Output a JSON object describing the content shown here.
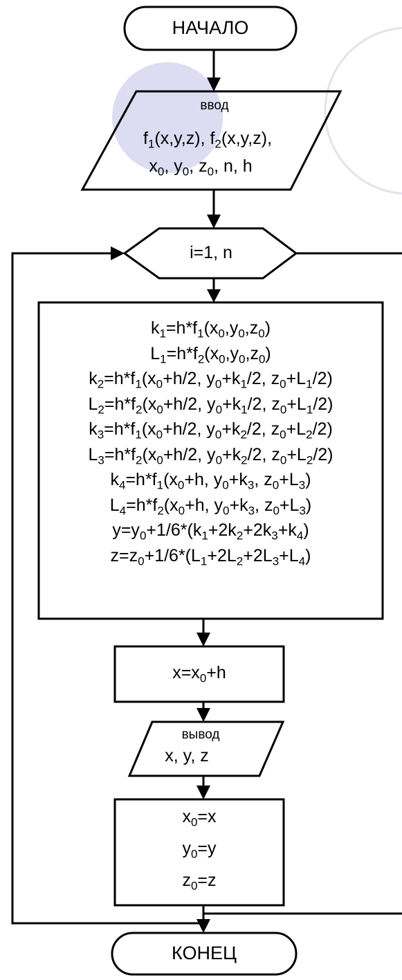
{
  "start": {
    "label": "НАЧАЛО"
  },
  "input": {
    "title": "ввод",
    "line1": [
      [
        "t",
        "f"
      ],
      [
        "s",
        "1"
      ],
      [
        "t",
        "(x,y,z), f"
      ],
      [
        "s",
        "2"
      ],
      [
        "t",
        "(x,y,z),"
      ]
    ],
    "line2": [
      [
        "t",
        "x"
      ],
      [
        "s",
        "0"
      ],
      [
        "t",
        ", y"
      ],
      [
        "s",
        "0"
      ],
      [
        "t",
        ", z"
      ],
      [
        "s",
        "0"
      ],
      [
        "t",
        ", n, h"
      ]
    ]
  },
  "loop": {
    "label": "i=1, n"
  },
  "compute": {
    "lines": [
      [
        [
          "t",
          "k"
        ],
        [
          "s",
          "1"
        ],
        [
          "t",
          "=h*f"
        ],
        [
          "s",
          "1"
        ],
        [
          "t",
          "(x"
        ],
        [
          "s",
          "0"
        ],
        [
          "t",
          ",y"
        ],
        [
          "s",
          "0"
        ],
        [
          "t",
          ",z"
        ],
        [
          "s",
          "0"
        ],
        [
          "t",
          ")"
        ]
      ],
      [
        [
          "t",
          "L"
        ],
        [
          "s",
          "1"
        ],
        [
          "t",
          "=h*f"
        ],
        [
          "s",
          "2"
        ],
        [
          "t",
          "(x"
        ],
        [
          "s",
          "0"
        ],
        [
          "t",
          ",y"
        ],
        [
          "s",
          "0"
        ],
        [
          "t",
          ",z"
        ],
        [
          "s",
          "0"
        ],
        [
          "t",
          ")"
        ]
      ],
      [
        [
          "t",
          "k"
        ],
        [
          "s",
          "2"
        ],
        [
          "t",
          "=h*f"
        ],
        [
          "s",
          "1"
        ],
        [
          "t",
          "(x"
        ],
        [
          "s",
          "0"
        ],
        [
          "t",
          "+h/2, y"
        ],
        [
          "s",
          "0"
        ],
        [
          "t",
          "+k"
        ],
        [
          "s",
          "1"
        ],
        [
          "t",
          "/2, z"
        ],
        [
          "s",
          "0"
        ],
        [
          "t",
          "+L"
        ],
        [
          "s",
          "1"
        ],
        [
          "t",
          "/2)"
        ]
      ],
      [
        [
          "t",
          "L"
        ],
        [
          "s",
          "2"
        ],
        [
          "t",
          "=h*f"
        ],
        [
          "s",
          "2"
        ],
        [
          "t",
          "(x"
        ],
        [
          "s",
          "0"
        ],
        [
          "t",
          "+h/2, y"
        ],
        [
          "s",
          "0"
        ],
        [
          "t",
          "+k"
        ],
        [
          "s",
          "1"
        ],
        [
          "t",
          "/2, z"
        ],
        [
          "s",
          "0"
        ],
        [
          "t",
          "+L"
        ],
        [
          "s",
          "1"
        ],
        [
          "t",
          "/2)"
        ]
      ],
      [
        [
          "t",
          "k"
        ],
        [
          "s",
          "3"
        ],
        [
          "t",
          "=h*f"
        ],
        [
          "s",
          "1"
        ],
        [
          "t",
          "(x"
        ],
        [
          "s",
          "0"
        ],
        [
          "t",
          "+h/2, y"
        ],
        [
          "s",
          "0"
        ],
        [
          "t",
          "+k"
        ],
        [
          "s",
          "2"
        ],
        [
          "t",
          "/2, z"
        ],
        [
          "s",
          "0"
        ],
        [
          "t",
          "+L"
        ],
        [
          "s",
          "2"
        ],
        [
          "t",
          "/2)"
        ]
      ],
      [
        [
          "t",
          "L"
        ],
        [
          "s",
          "3"
        ],
        [
          "t",
          "=h*f"
        ],
        [
          "s",
          "2"
        ],
        [
          "t",
          "(x"
        ],
        [
          "s",
          "0"
        ],
        [
          "t",
          "+h/2, y"
        ],
        [
          "s",
          "0"
        ],
        [
          "t",
          "+k"
        ],
        [
          "s",
          "2"
        ],
        [
          "t",
          "/2, z"
        ],
        [
          "s",
          "0"
        ],
        [
          "t",
          "+L"
        ],
        [
          "s",
          "2"
        ],
        [
          "t",
          "/2)"
        ]
      ],
      [
        [
          "t",
          "k"
        ],
        [
          "s",
          "4"
        ],
        [
          "t",
          "=h*f"
        ],
        [
          "s",
          "1"
        ],
        [
          "t",
          "(x"
        ],
        [
          "s",
          "0"
        ],
        [
          "t",
          "+h, y"
        ],
        [
          "s",
          "0"
        ],
        [
          "t",
          "+k"
        ],
        [
          "s",
          "3"
        ],
        [
          "t",
          ", z"
        ],
        [
          "s",
          "0"
        ],
        [
          "t",
          "+L"
        ],
        [
          "s",
          "3"
        ],
        [
          "t",
          ")"
        ]
      ],
      [
        [
          "t",
          "L"
        ],
        [
          "s",
          "4"
        ],
        [
          "t",
          "=h*f"
        ],
        [
          "s",
          "2"
        ],
        [
          "t",
          "(x"
        ],
        [
          "s",
          "0"
        ],
        [
          "t",
          "+h, y"
        ],
        [
          "s",
          "0"
        ],
        [
          "t",
          "+k"
        ],
        [
          "s",
          "3"
        ],
        [
          "t",
          ", z"
        ],
        [
          "s",
          "0"
        ],
        [
          "t",
          "+L"
        ],
        [
          "s",
          "3"
        ],
        [
          "t",
          ")"
        ]
      ],
      [
        [
          "t",
          "y=y"
        ],
        [
          "s",
          "0"
        ],
        [
          "t",
          "+1/6*(k"
        ],
        [
          "s",
          "1"
        ],
        [
          "t",
          "+2k"
        ],
        [
          "s",
          "2"
        ],
        [
          "t",
          "+2k"
        ],
        [
          "s",
          "3"
        ],
        [
          "t",
          "+k"
        ],
        [
          "s",
          "4"
        ],
        [
          "t",
          ")"
        ]
      ],
      [
        [
          "t",
          "z=z"
        ],
        [
          "s",
          "0"
        ],
        [
          "t",
          "+1/6*(L"
        ],
        [
          "s",
          "1"
        ],
        [
          "t",
          "+2L"
        ],
        [
          "s",
          "2"
        ],
        [
          "t",
          "+2L"
        ],
        [
          "s",
          "3"
        ],
        [
          "t",
          "+L"
        ],
        [
          "s",
          "4"
        ],
        [
          "t",
          ")"
        ]
      ]
    ]
  },
  "step": {
    "line": [
      [
        "t",
        "x=x"
      ],
      [
        "s",
        "0"
      ],
      [
        "t",
        "+h"
      ]
    ]
  },
  "output": {
    "title": "вывод",
    "line": "x, y, z"
  },
  "assign": {
    "lines": [
      [
        [
          "t",
          "x"
        ],
        [
          "s",
          "0"
        ],
        [
          "t",
          "=x"
        ]
      ],
      [
        [
          "t",
          "y"
        ],
        [
          "s",
          "0"
        ],
        [
          "t",
          "=y"
        ]
      ],
      [
        [
          "t",
          "z"
        ],
        [
          "s",
          "0"
        ],
        [
          "t",
          "=z"
        ]
      ]
    ]
  },
  "end": {
    "label": "КОНЕЦ"
  },
  "colors": {
    "stroke": "#000000",
    "decor_fill": "#dcdcf2",
    "decor_stroke": "#e2e2f0"
  }
}
